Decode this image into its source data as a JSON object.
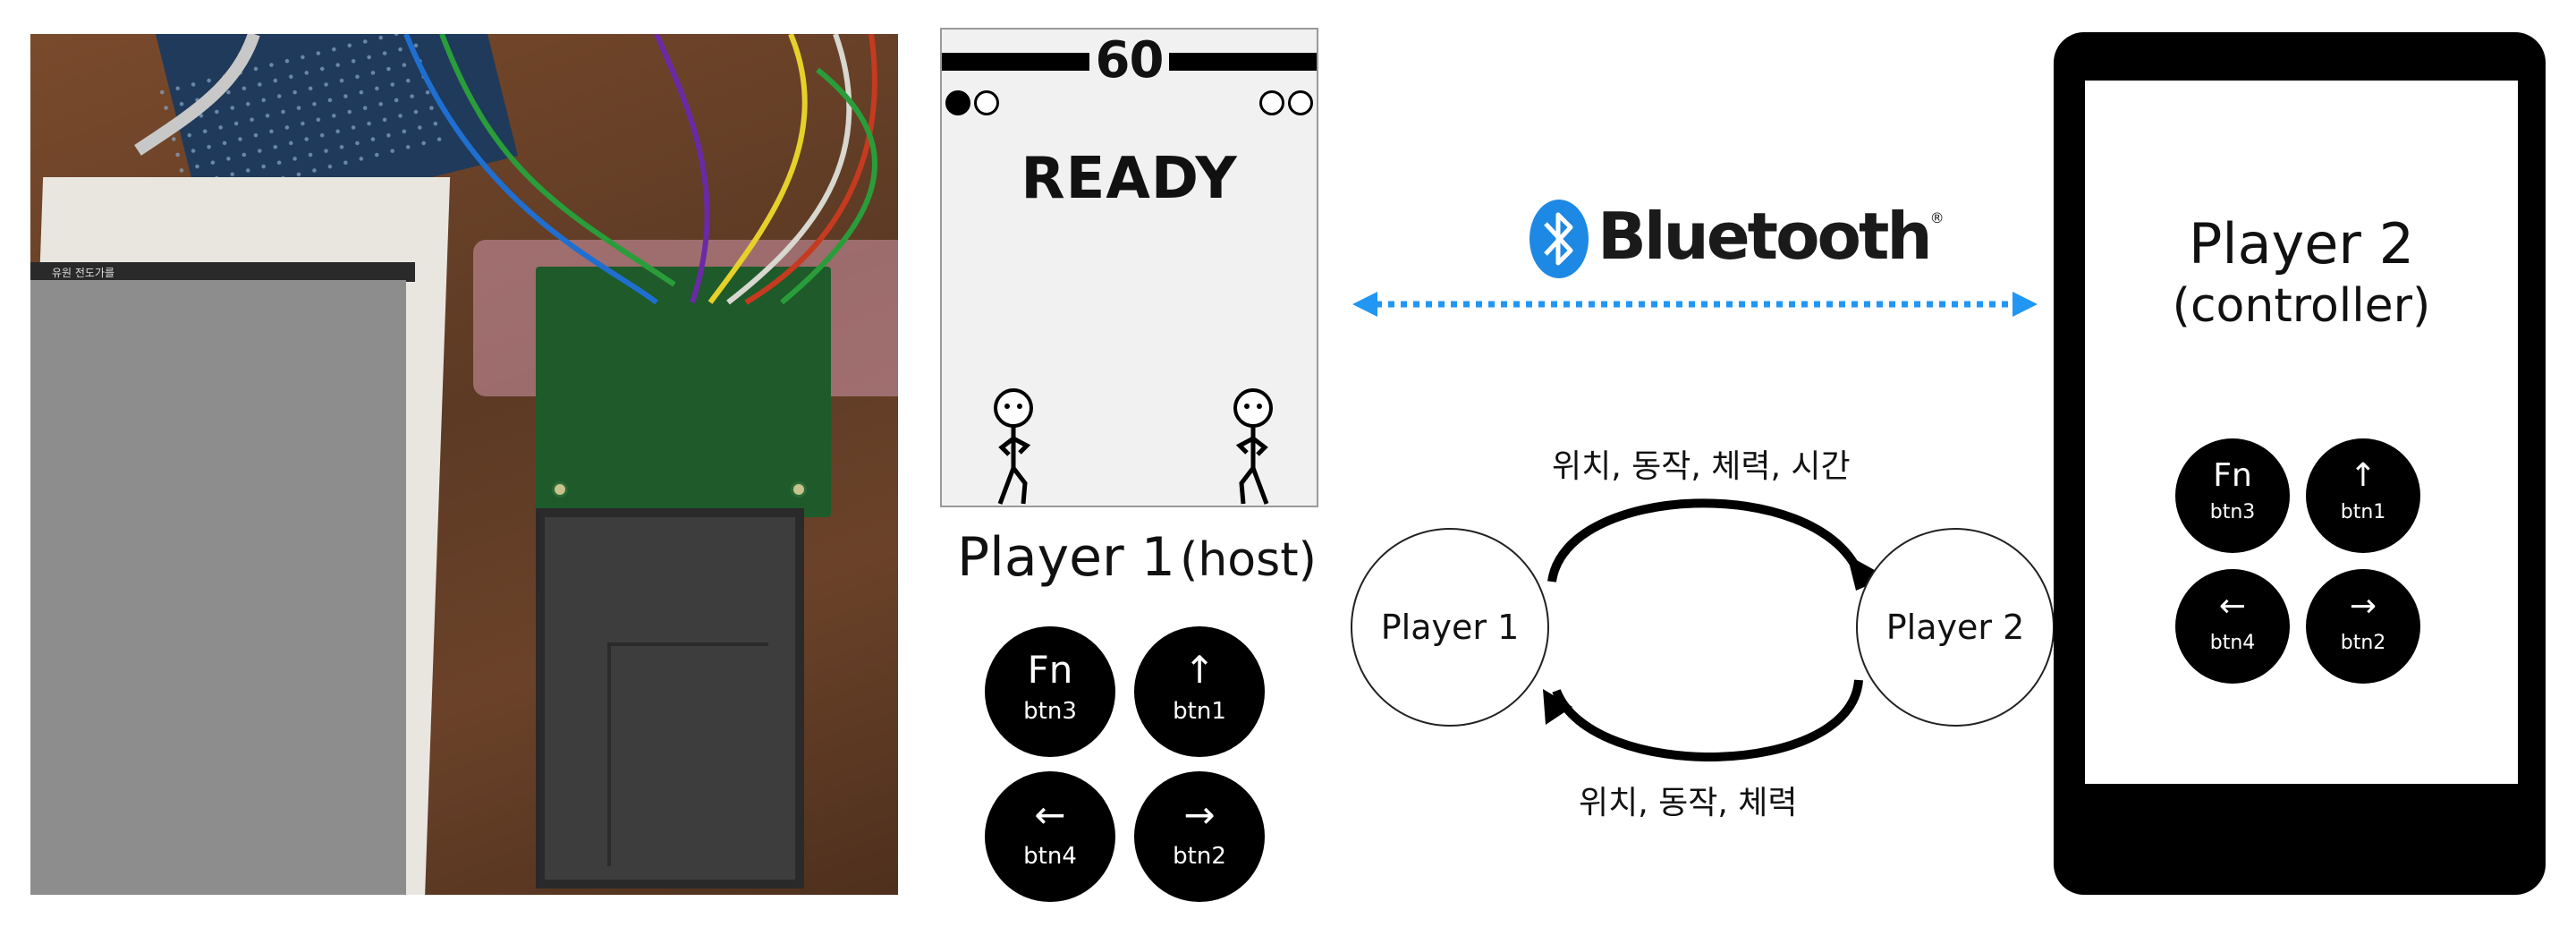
{
  "photo": {
    "tablet_statusbar_text": "유원 전도가를"
  },
  "game_screen": {
    "timer": "60",
    "status_text": "READY",
    "player1_lives": [
      true,
      false
    ],
    "player2_lives": [
      false,
      false
    ]
  },
  "player1": {
    "name": "Player 1",
    "role": "(host)",
    "buttons": [
      {
        "symbol": "Fn",
        "label": "btn3"
      },
      {
        "symbol": "↑",
        "label": "btn1"
      },
      {
        "symbol": "←",
        "label": "btn4"
      },
      {
        "symbol": "→",
        "label": "btn2"
      }
    ]
  },
  "bluetooth": {
    "label": "Bluetooth",
    "mark": "®",
    "link_color": "#2196f3",
    "logo_color": "#1e88e5"
  },
  "flow": {
    "node_left": "Player 1",
    "node_right": "Player 2",
    "top_label": "위치, 동작, 체력, 시간",
    "bottom_label": "위치, 동작, 체력"
  },
  "player2": {
    "name": "Player 2",
    "role": "(controller)",
    "buttons": [
      {
        "symbol": "Fn",
        "label": "btn3"
      },
      {
        "symbol": "↑",
        "label": "btn1"
      },
      {
        "symbol": "←",
        "label": "btn4"
      },
      {
        "symbol": "→",
        "label": "btn2"
      }
    ]
  }
}
